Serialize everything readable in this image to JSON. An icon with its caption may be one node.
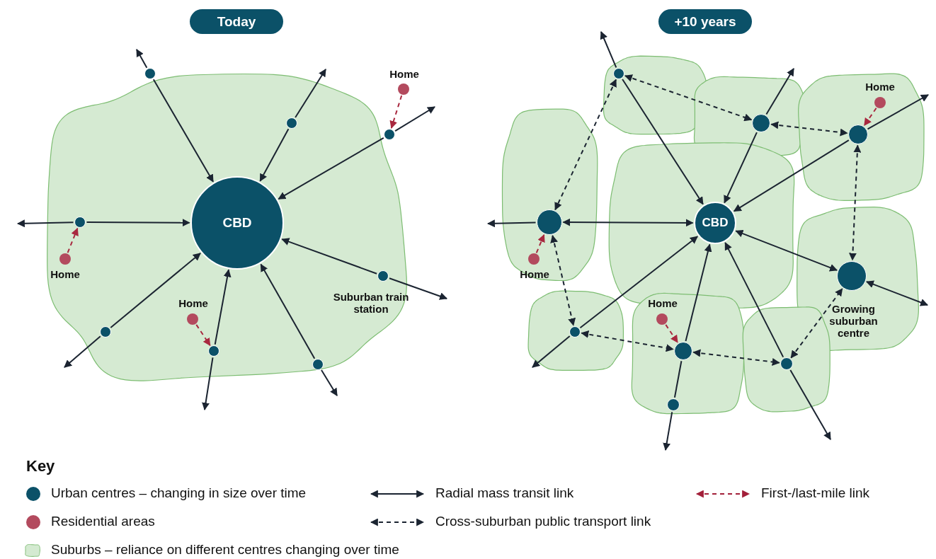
{
  "diagram": {
    "nodes": [
      {
        "text": [
          "Today"
        ]
      },
      {
        "text": [],
        "shape": "cloud"
      },
      {
        "text": [],
        "shape": "circle",
        "in": 1
      },
      {
        "text": [],
        "shape": "circle",
        "in": 1
      },
      {
        "text": [
          "Home"
        ]
      },
      {
        "text": [],
        "shape": "circle",
        "in": 1
      },
      {
        "text": [
          "CBD"
        ],
        "in": 1
      },
      {
        "text": [],
        "shape": "circle",
        "in": 1
      },
      {
        "text": [
          "Home"
        ],
        "in": 1
      },
      {
        "text": [],
        "shape": "circle",
        "in": 1,
        "beside": [
          "Suburban train station"
        ]
      },
      {
        "text": [
          "Home"
        ],
        "in": 1
      },
      {
        "text": [],
        "shape": "circle",
        "in": 1
      },
      {
        "text": [],
        "shape": "circle",
        "in": 1
      },
      {
        "text": [],
        "shape": "circle",
        "in": 1
      },
      {
        "text": [
          "+10 years"
        ]
      },
      {
        "text": [],
        "shape": "cloud"
      },
      {
        "text": [],
        "shape": "circle",
        "in": 15
      },
      {
        "text": [],
        "shape": "cloud"
      },
      {
        "text": [],
        "shape": "circle",
        "in": 17
      },
      {
        "text": [],
        "shape": "cloud"
      },
      {
        "text": [
          "Home"
        ],
        "in": 19
      },
      {
        "text": [],
        "shape": "circle",
        "in": 19
      },
      {
        "text": [],
        "shape": "cloud"
      },
      {
        "text": [],
        "shape": "circle",
        "in": 22
      },
      {
        "text": [
          "Home"
        ],
        "in": 22
      },
      {
        "text": [],
        "shape": "cloud"
      },
      {
        "text": [
          "CBD"
        ],
        "in": 25
      },
      {
        "text": [],
        "shape": "cloud"
      },
      {
        "text": [],
        "shape": "circle",
        "in": 27,
        "beside": [
          "Growing suburban centre"
        ]
      },
      {
        "text": [],
        "shape": "cloud"
      },
      {
        "text": [],
        "shape": "circle",
        "in": 29
      },
      {
        "text": [],
        "shape": "cloud"
      },
      {
        "text": [
          "Home"
        ],
        "in": 31
      },
      {
        "text": [],
        "shape": "circle",
        "in": 31
      },
      {
        "text": [],
        "shape": "circle",
        "in": 31
      },
      {
        "text": [],
        "shape": "cloud"
      },
      {
        "text": [],
        "shape": "circle",
        "in": 35
      }
    ],
    "edges": [
      {
        "from": 2,
        "to": 6,
        "arrow": "to"
      },
      {
        "from": 2,
        "to": null,
        "arrow": "to"
      },
      {
        "from": 3,
        "to": 6,
        "arrow": "to"
      },
      {
        "from": 3,
        "to": null,
        "arrow": "to"
      },
      {
        "from": 5,
        "to": 6,
        "arrow": "to"
      },
      {
        "from": 5,
        "to": null,
        "arrow": "to"
      },
      {
        "from": 7,
        "to": 6,
        "arrow": "to"
      },
      {
        "from": 7,
        "to": null,
        "arrow": "to"
      },
      {
        "from": 9,
        "to": 6,
        "arrow": "to"
      },
      {
        "from": 9,
        "to": null,
        "arrow": "to"
      },
      {
        "from": 11,
        "to": 6,
        "arrow": "to"
      },
      {
        "from": 11,
        "to": null,
        "arrow": "to"
      },
      {
        "from": 12,
        "to": 6,
        "arrow": "to"
      },
      {
        "from": 12,
        "to": null,
        "arrow": "to"
      },
      {
        "from": 13,
        "to": 6,
        "arrow": "to"
      },
      {
        "from": 13,
        "to": null,
        "arrow": "to"
      },
      {
        "from": 4,
        "to": 5,
        "arrow": "to",
        "style": "dashed",
        "color": "#a8283f"
      },
      {
        "from": 8,
        "to": 7,
        "arrow": "to",
        "style": "dashed",
        "color": "#a8283f"
      },
      {
        "from": 10,
        "to": 12,
        "arrow": "to",
        "style": "dashed",
        "color": "#a8283f"
      },
      {
        "from": 16,
        "to": 26,
        "arrow": "to"
      },
      {
        "from": 16,
        "to": null,
        "arrow": "to"
      },
      {
        "from": 18,
        "to": 26,
        "arrow": "to"
      },
      {
        "from": 18,
        "to": null,
        "arrow": "to"
      },
      {
        "from": 21,
        "to": 26,
        "arrow": "to"
      },
      {
        "from": 21,
        "to": null,
        "arrow": "to"
      },
      {
        "from": 23,
        "to": 26,
        "arrow": "both"
      },
      {
        "from": 23,
        "to": null,
        "arrow": "to"
      },
      {
        "from": 26,
        "to": 28,
        "arrow": "both"
      },
      {
        "from": 28,
        "to": null,
        "arrow": "both"
      },
      {
        "from": 30,
        "to": 26,
        "arrow": "to"
      },
      {
        "from": 30,
        "to": null,
        "arrow": "to"
      },
      {
        "from": 33,
        "to": 26,
        "arrow": "to"
      },
      {
        "from": 33,
        "to": 34,
        "arrow": "none"
      },
      {
        "from": 34,
        "to": null,
        "arrow": "to"
      },
      {
        "from": 36,
        "to": 26,
        "arrow": "to"
      },
      {
        "from": 36,
        "to": null,
        "arrow": "to"
      },
      {
        "from": 16,
        "to": 18,
        "arrow": "both",
        "style": "dashed"
      },
      {
        "from": 18,
        "to": 21,
        "arrow": "both",
        "style": "dashed"
      },
      {
        "from": 16,
        "to": 23,
        "arrow": "both",
        "style": "dashed"
      },
      {
        "from": 21,
        "to": 28,
        "arrow": "both",
        "style": "dashed"
      },
      {
        "from": 23,
        "to": 30,
        "arrow": "both",
        "style": "dashed"
      },
      {
        "from": 30,
        "to": 33,
        "arrow": "both",
        "style": "dashed"
      },
      {
        "from": 33,
        "to": 36,
        "arrow": "both",
        "style": "dashed"
      },
      {
        "from": 36,
        "to": 28,
        "arrow": "both",
        "style": "dashed"
      },
      {
        "from": 20,
        "to": 21,
        "arrow": "to",
        "style": "dashed",
        "color": "#a8283f"
      },
      {
        "from": 24,
        "to": 23,
        "arrow": "to",
        "style": "dashed",
        "color": "#a8283f"
      },
      {
        "from": 32,
        "to": 33,
        "arrow": "to",
        "style": "dashed",
        "color": "#a8283f"
      }
    ],
    "labels": [
      "Key"
    ],
    "legend": [
      {
        "text": "Urban centres – changing in size over time",
        "color": "#0b5168"
      },
      {
        "text": "Radial mass transit link"
      },
      {
        "text": "First-/last-mile link"
      },
      {
        "text": "Residential areas",
        "color": "#b34a5e"
      },
      {
        "text": "Cross-suburban public transport link"
      },
      {
        "text": "Suburbs – reliance on different centres changing over time",
        "color": "#d4ead1"
      }
    ]
  }
}
